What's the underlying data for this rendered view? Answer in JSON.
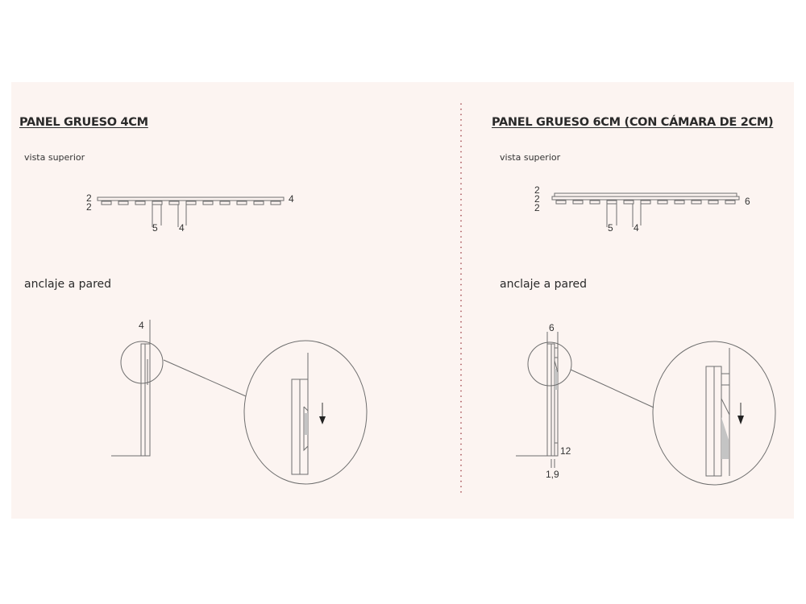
{
  "left_panel": {
    "title": "PANEL GRUESO 4CM",
    "top_view_label": "vista superior",
    "top_view_dims": {
      "stack": [
        "2",
        "2"
      ],
      "total": "4",
      "slat_width": "5",
      "gap": "4"
    },
    "wall_section_label": "anclaje a pared",
    "wall_dims": {
      "thickness": "4"
    }
  },
  "right_panel": {
    "title": "PANEL GRUESO 6CM (CON CÁMARA DE 2CM)",
    "top_view_label": "vista superior",
    "top_view_dims": {
      "stack": [
        "2",
        "2",
        "2"
      ],
      "total": "6",
      "slat_width": "5",
      "gap": "4"
    },
    "wall_section_label": "anclaje a pared",
    "wall_dims": {
      "thickness": "6",
      "bottom_block": "12",
      "bottom_offset": "1,9"
    }
  },
  "colors": {
    "background": "#fcf4f1",
    "line": "#6e6e6e",
    "divider": "#a0444a",
    "fill_grey": "#c4c4c4"
  }
}
